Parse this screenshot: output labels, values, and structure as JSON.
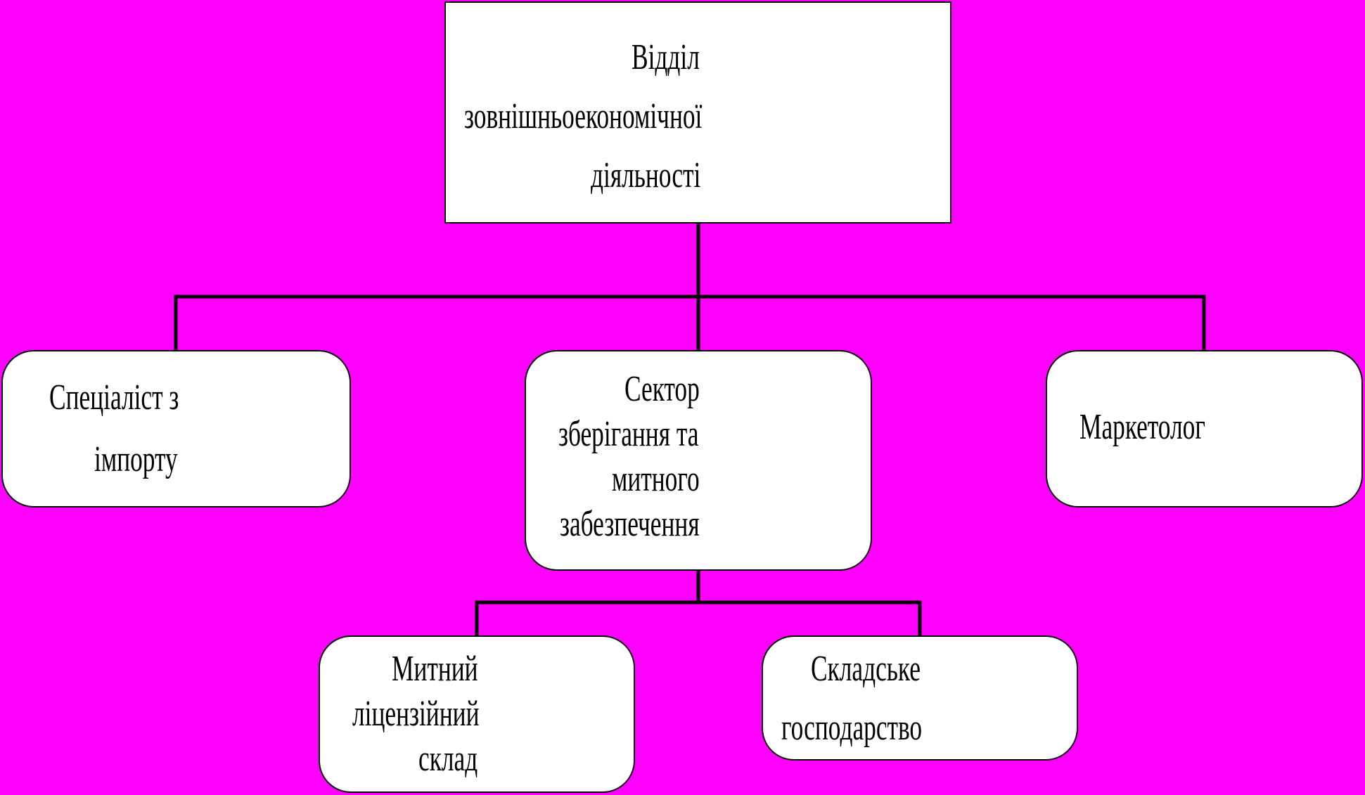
{
  "colors": {
    "background": "#FF00FF",
    "box_fill": "#FFFFFF",
    "line": "#000000"
  },
  "nodes": {
    "department": {
      "lines": [
        "Відділ",
        "зовнішньоекономічної",
        "діяльності"
      ]
    },
    "import_specialist": {
      "lines": [
        "Спеціаліст з",
        "імпорту"
      ]
    },
    "storage_sector": {
      "lines": [
        "Сектор",
        "зберігання та",
        "митного",
        "забезпечення"
      ]
    },
    "marketer": {
      "lines": [
        "Маркетолог"
      ]
    },
    "customs_warehouse": {
      "lines": [
        "Митний",
        "ліцензійний",
        "склад"
      ]
    },
    "warehouse": {
      "lines": [
        "Складське",
        "господарство"
      ]
    }
  }
}
